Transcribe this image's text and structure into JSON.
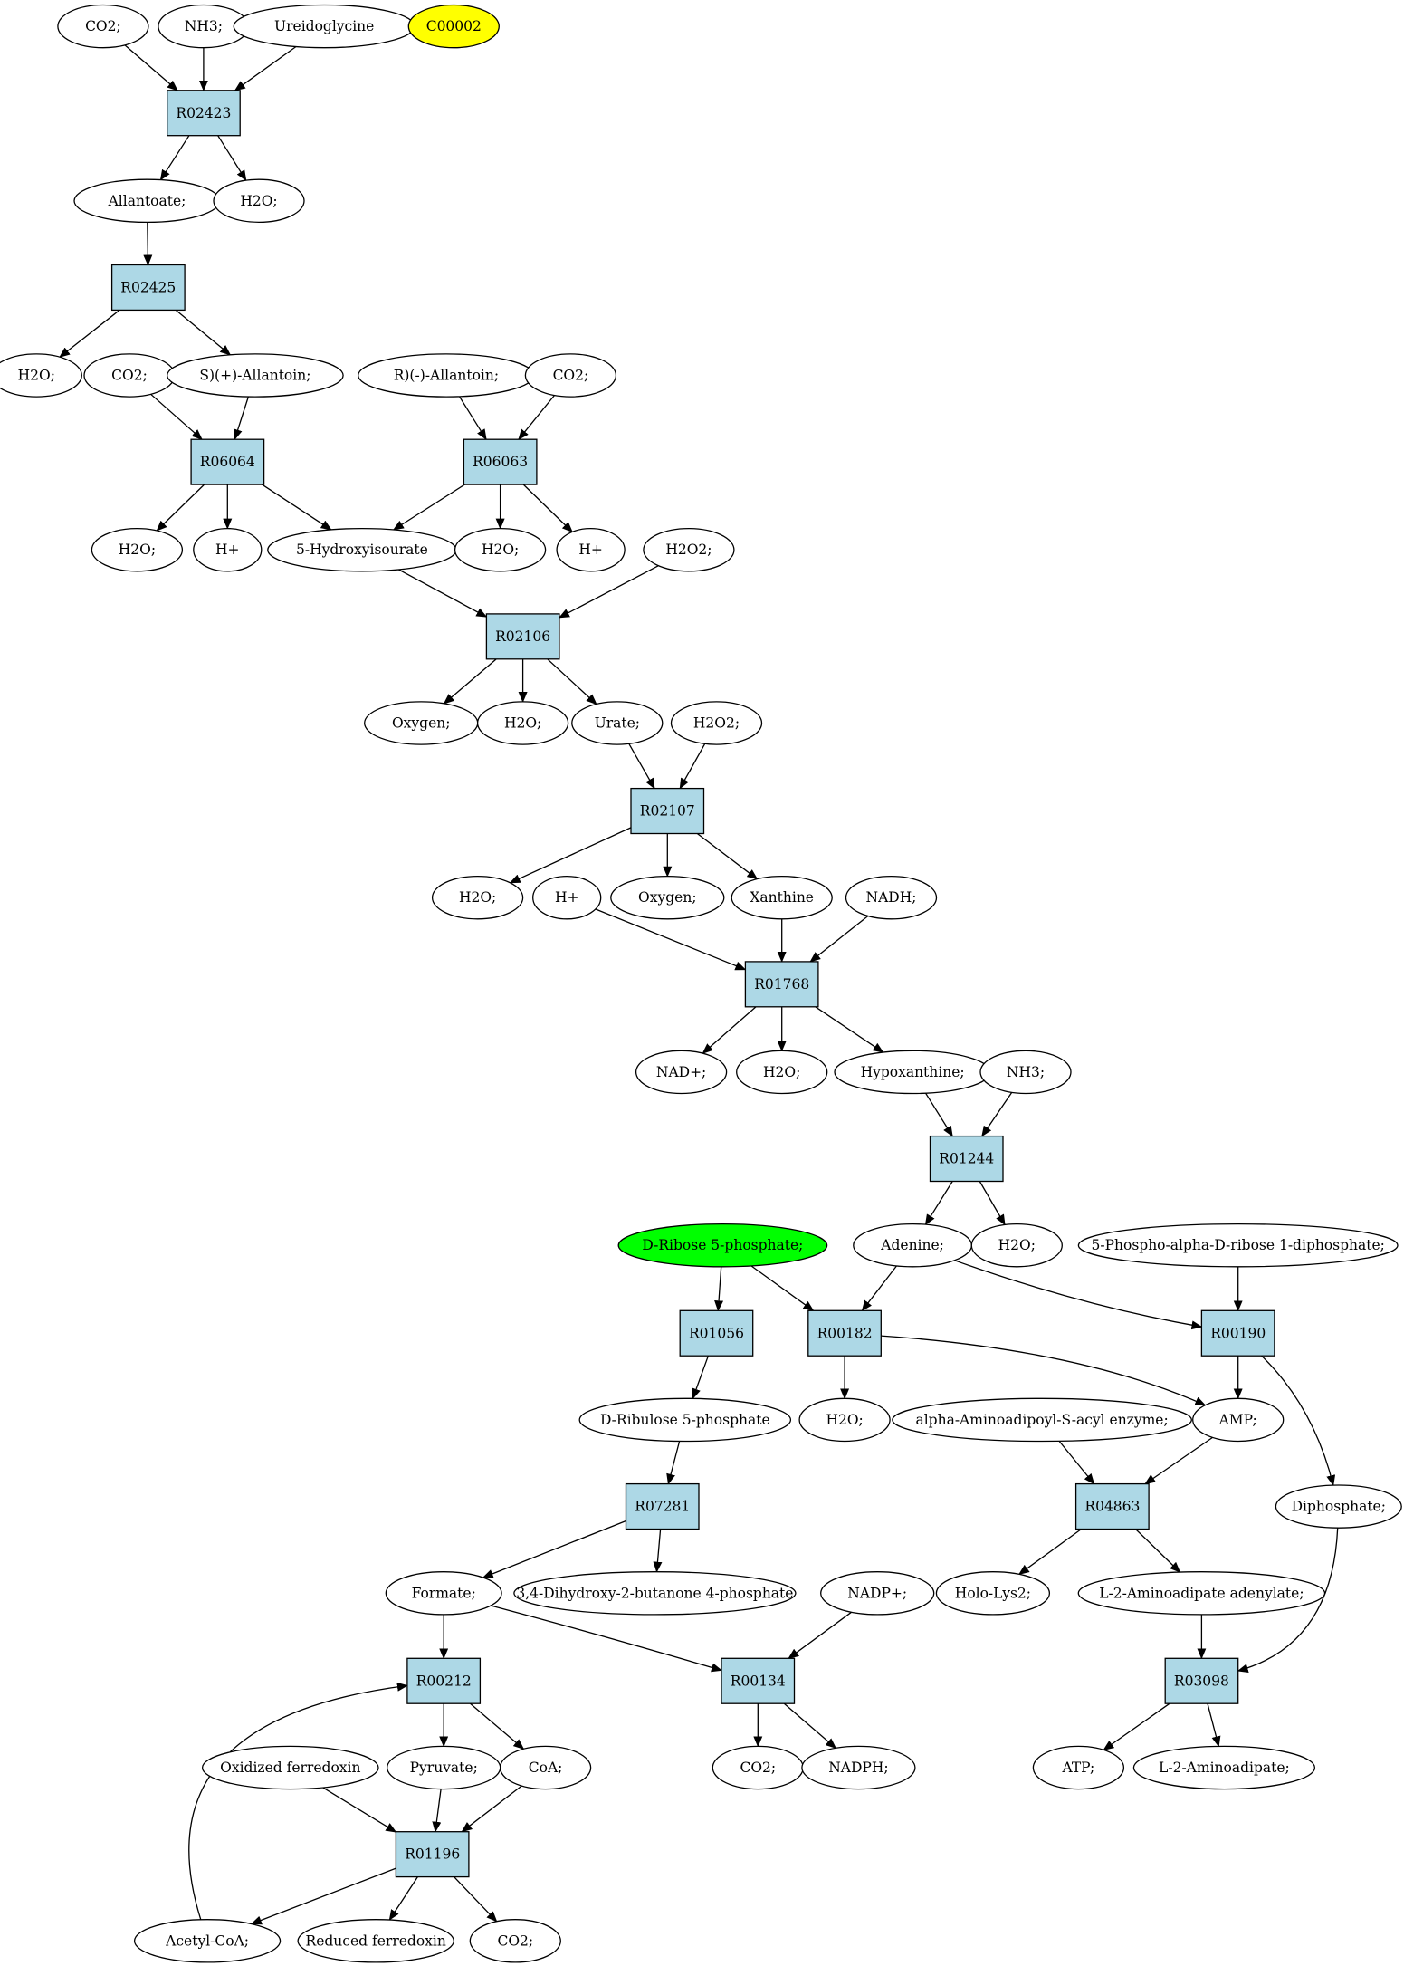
{
  "colors": {
    "reaction_fill": "#add8e6",
    "compound_fill": "#ffffff",
    "highlight_yellow": "#ffff00",
    "highlight_green": "#00ff00",
    "stroke": "#000000"
  },
  "nodes": [
    {
      "id": "c_co2_top",
      "label": "CO2;",
      "kind": "compound"
    },
    {
      "id": "c_nh3_top",
      "label": "NH3;",
      "kind": "compound"
    },
    {
      "id": "c_ureidoglycine",
      "label": "Ureidoglycine",
      "kind": "compound"
    },
    {
      "id": "c_c00002",
      "label": "C00002",
      "kind": "compound",
      "fill": "yellow"
    },
    {
      "id": "r_R02423",
      "label": "R02423",
      "kind": "reaction"
    },
    {
      "id": "c_allantoate",
      "label": "Allantoate;",
      "kind": "compound"
    },
    {
      "id": "c_h2o_1",
      "label": "H2O;",
      "kind": "compound"
    },
    {
      "id": "r_R02425",
      "label": "R02425",
      "kind": "reaction"
    },
    {
      "id": "c_h2o_2",
      "label": "H2O;",
      "kind": "compound"
    },
    {
      "id": "c_co2_2",
      "label": "CO2;",
      "kind": "compound"
    },
    {
      "id": "c_s_allantoin",
      "label": "S)(+)-Allantoin;",
      "kind": "compound"
    },
    {
      "id": "c_r_allantoin",
      "label": "R)(-)-Allantoin;",
      "kind": "compound"
    },
    {
      "id": "c_co2_3",
      "label": "CO2;",
      "kind": "compound"
    },
    {
      "id": "r_R06064",
      "label": "R06064",
      "kind": "reaction"
    },
    {
      "id": "r_R06063",
      "label": "R06063",
      "kind": "reaction"
    },
    {
      "id": "c_h2o_3",
      "label": "H2O;",
      "kind": "compound"
    },
    {
      "id": "c_hplus_1",
      "label": "H+",
      "kind": "compound"
    },
    {
      "id": "c_5hiu",
      "label": "5-Hydroxyisourate",
      "kind": "compound"
    },
    {
      "id": "c_h2o_4",
      "label": "H2O;",
      "kind": "compound"
    },
    {
      "id": "c_hplus_2",
      "label": "H+",
      "kind": "compound"
    },
    {
      "id": "c_h2o2_1",
      "label": "H2O2;",
      "kind": "compound"
    },
    {
      "id": "r_R02106",
      "label": "R02106",
      "kind": "reaction"
    },
    {
      "id": "c_oxygen_1",
      "label": "Oxygen;",
      "kind": "compound"
    },
    {
      "id": "c_h2o_5",
      "label": "H2O;",
      "kind": "compound"
    },
    {
      "id": "c_urate",
      "label": "Urate;",
      "kind": "compound"
    },
    {
      "id": "c_h2o2_2",
      "label": "H2O2;",
      "kind": "compound"
    },
    {
      "id": "r_R02107",
      "label": "R02107",
      "kind": "reaction"
    },
    {
      "id": "c_h2o_6",
      "label": "H2O;",
      "kind": "compound"
    },
    {
      "id": "c_hplus_3",
      "label": "H+",
      "kind": "compound"
    },
    {
      "id": "c_oxygen_2",
      "label": "Oxygen;",
      "kind": "compound"
    },
    {
      "id": "c_xanthine",
      "label": "Xanthine",
      "kind": "compound"
    },
    {
      "id": "c_nadh",
      "label": "NADH;",
      "kind": "compound"
    },
    {
      "id": "r_R01768",
      "label": "R01768",
      "kind": "reaction"
    },
    {
      "id": "c_nadplus",
      "label": "NAD+;",
      "kind": "compound"
    },
    {
      "id": "c_h2o_7",
      "label": "H2O;",
      "kind": "compound"
    },
    {
      "id": "c_hypoxanthine",
      "label": "Hypoxanthine;",
      "kind": "compound"
    },
    {
      "id": "c_nh3_2",
      "label": "NH3;",
      "kind": "compound"
    },
    {
      "id": "r_R01244",
      "label": "R01244",
      "kind": "reaction"
    },
    {
      "id": "c_ribose5p",
      "label": "D-Ribose 5-phosphate;",
      "kind": "compound",
      "fill": "green"
    },
    {
      "id": "c_adenine",
      "label": "Adenine;",
      "kind": "compound"
    },
    {
      "id": "c_h2o_8",
      "label": "H2O;",
      "kind": "compound"
    },
    {
      "id": "c_prpp",
      "label": "5-Phospho-alpha-D-ribose 1-diphosphate;",
      "kind": "compound"
    },
    {
      "id": "r_R01056",
      "label": "R01056",
      "kind": "reaction"
    },
    {
      "id": "r_R00182",
      "label": "R00182",
      "kind": "reaction"
    },
    {
      "id": "r_R00190",
      "label": "R00190",
      "kind": "reaction"
    },
    {
      "id": "c_ribulose5p",
      "label": "D-Ribulose 5-phosphate",
      "kind": "compound"
    },
    {
      "id": "c_h2o_9",
      "label": "H2O;",
      "kind": "compound"
    },
    {
      "id": "c_aminoadipoyl",
      "label": "alpha-Aminoadipoyl-S-acyl enzyme;",
      "kind": "compound"
    },
    {
      "id": "c_amp",
      "label": "AMP;",
      "kind": "compound"
    },
    {
      "id": "r_R07281",
      "label": "R07281",
      "kind": "reaction"
    },
    {
      "id": "r_R04863",
      "label": "R04863",
      "kind": "reaction"
    },
    {
      "id": "c_diphosphate",
      "label": "Diphosphate;",
      "kind": "compound"
    },
    {
      "id": "c_formate",
      "label": "Formate;",
      "kind": "compound"
    },
    {
      "id": "c_dhbp",
      "label": "3,4-Dihydroxy-2-butanone 4-phosphate",
      "kind": "compound"
    },
    {
      "id": "c_nadpplus",
      "label": "NADP+;",
      "kind": "compound"
    },
    {
      "id": "c_holo_lys2",
      "label": "Holo-Lys2;",
      "kind": "compound"
    },
    {
      "id": "c_l2_aminoadipate_adenylate",
      "label": "L-2-Aminoadipate adenylate;",
      "kind": "compound"
    },
    {
      "id": "r_R00212",
      "label": "R00212",
      "kind": "reaction"
    },
    {
      "id": "r_R00134",
      "label": "R00134",
      "kind": "reaction"
    },
    {
      "id": "r_R03098",
      "label": "R03098",
      "kind": "reaction"
    },
    {
      "id": "c_ox_ferredoxin",
      "label": "Oxidized ferredoxin",
      "kind": "compound"
    },
    {
      "id": "c_pyruvate",
      "label": "Pyruvate;",
      "kind": "compound"
    },
    {
      "id": "c_coa",
      "label": "CoA;",
      "kind": "compound"
    },
    {
      "id": "c_co2_4",
      "label": "CO2;",
      "kind": "compound"
    },
    {
      "id": "c_nadph",
      "label": "NADPH;",
      "kind": "compound"
    },
    {
      "id": "c_atp",
      "label": "ATP;",
      "kind": "compound"
    },
    {
      "id": "c_l2_aminoadipate",
      "label": "L-2-Aminoadipate;",
      "kind": "compound"
    },
    {
      "id": "r_R01196",
      "label": "R01196",
      "kind": "reaction"
    },
    {
      "id": "c_acetyl_coa",
      "label": "Acetyl-CoA;",
      "kind": "compound"
    },
    {
      "id": "c_red_ferredoxin",
      "label": "Reduced ferredoxin",
      "kind": "compound"
    },
    {
      "id": "c_co2_5",
      "label": "CO2;",
      "kind": "compound"
    }
  ],
  "edges": [
    [
      "c_co2_top",
      "r_R02423"
    ],
    [
      "c_nh3_top",
      "r_R02423"
    ],
    [
      "c_ureidoglycine",
      "r_R02423"
    ],
    [
      "r_R02423",
      "c_allantoate"
    ],
    [
      "r_R02423",
      "c_h2o_1"
    ],
    [
      "c_allantoate",
      "r_R02425"
    ],
    [
      "r_R02425",
      "c_h2o_2"
    ],
    [
      "r_R02425",
      "c_s_allantoin"
    ],
    [
      "c_co2_2",
      "r_R06064"
    ],
    [
      "c_s_allantoin",
      "r_R06064"
    ],
    [
      "c_r_allantoin",
      "r_R06063"
    ],
    [
      "c_co2_3",
      "r_R06063"
    ],
    [
      "r_R06064",
      "c_h2o_3"
    ],
    [
      "r_R06064",
      "c_hplus_1"
    ],
    [
      "r_R06064",
      "c_5hiu"
    ],
    [
      "r_R06063",
      "c_5hiu"
    ],
    [
      "r_R06063",
      "c_h2o_4"
    ],
    [
      "r_R06063",
      "c_hplus_2"
    ],
    [
      "c_5hiu",
      "r_R02106"
    ],
    [
      "c_h2o2_1",
      "r_R02106"
    ],
    [
      "r_R02106",
      "c_oxygen_1"
    ],
    [
      "r_R02106",
      "c_h2o_5"
    ],
    [
      "r_R02106",
      "c_urate"
    ],
    [
      "c_urate",
      "r_R02107"
    ],
    [
      "c_h2o2_2",
      "r_R02107"
    ],
    [
      "r_R02107",
      "c_h2o_6"
    ],
    [
      "r_R02107",
      "c_oxygen_2"
    ],
    [
      "r_R02107",
      "c_xanthine"
    ],
    [
      "c_hplus_3",
      "r_R01768"
    ],
    [
      "c_xanthine",
      "r_R01768"
    ],
    [
      "c_nadh",
      "r_R01768"
    ],
    [
      "r_R01768",
      "c_nadplus"
    ],
    [
      "r_R01768",
      "c_h2o_7"
    ],
    [
      "r_R01768",
      "c_hypoxanthine"
    ],
    [
      "c_hypoxanthine",
      "r_R01244"
    ],
    [
      "c_nh3_2",
      "r_R01244"
    ],
    [
      "r_R01244",
      "c_adenine"
    ],
    [
      "r_R01244",
      "c_h2o_8"
    ],
    [
      "c_ribose5p",
      "r_R01056"
    ],
    [
      "c_ribose5p",
      "r_R00182"
    ],
    [
      "c_adenine",
      "r_R00182"
    ],
    [
      "c_adenine",
      "r_R00190"
    ],
    [
      "c_prpp",
      "r_R00190"
    ],
    [
      "r_R01056",
      "c_ribulose5p"
    ],
    [
      "r_R00182",
      "c_h2o_9"
    ],
    [
      "r_R00182",
      "c_amp"
    ],
    [
      "r_R00190",
      "c_amp"
    ],
    [
      "r_R00190",
      "c_diphosphate"
    ],
    [
      "c_ribulose5p",
      "r_R07281"
    ],
    [
      "c_aminoadipoyl",
      "r_R04863"
    ],
    [
      "c_amp",
      "r_R04863"
    ],
    [
      "r_R07281",
      "c_formate"
    ],
    [
      "r_R07281",
      "c_dhbp"
    ],
    [
      "r_R04863",
      "c_holo_lys2"
    ],
    [
      "r_R04863",
      "c_l2_aminoadipate_adenylate"
    ],
    [
      "c_formate",
      "r_R00212"
    ],
    [
      "c_formate",
      "r_R00134"
    ],
    [
      "c_nadpplus",
      "r_R00134"
    ],
    [
      "c_l2_aminoadipate_adenylate",
      "r_R03098"
    ],
    [
      "c_diphosphate",
      "r_R03098"
    ],
    [
      "r_R00212",
      "c_pyruvate"
    ],
    [
      "r_R00212",
      "c_coa"
    ],
    [
      "r_R00134",
      "c_co2_4"
    ],
    [
      "r_R00134",
      "c_nadph"
    ],
    [
      "r_R03098",
      "c_atp"
    ],
    [
      "r_R03098",
      "c_l2_aminoadipate"
    ],
    [
      "c_ox_ferredoxin",
      "r_R01196"
    ],
    [
      "c_pyruvate",
      "r_R01196"
    ],
    [
      "c_coa",
      "r_R01196"
    ],
    [
      "r_R01196",
      "c_acetyl_coa"
    ],
    [
      "r_R01196",
      "c_red_ferredoxin"
    ],
    [
      "r_R01196",
      "c_co2_5"
    ],
    [
      "c_acetyl_coa",
      "r_R00212"
    ]
  ]
}
